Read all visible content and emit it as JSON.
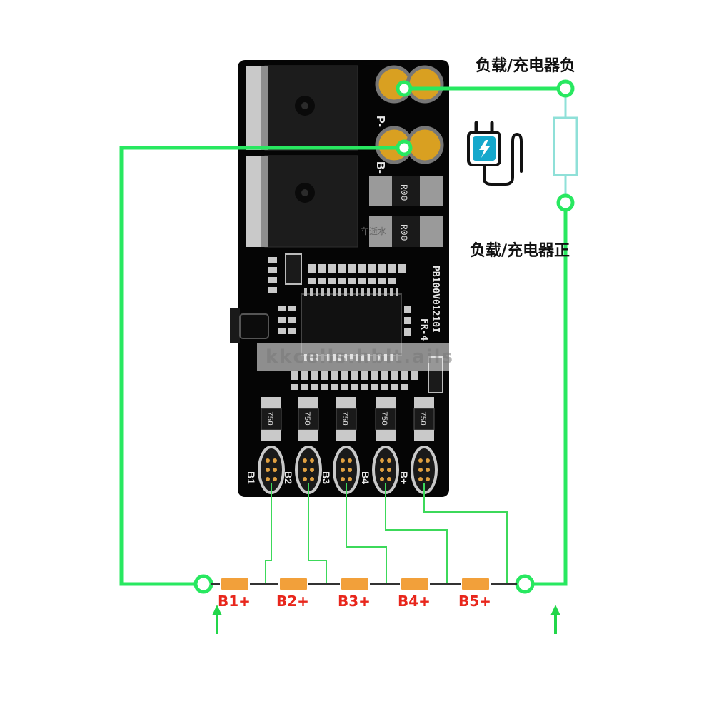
{
  "labels": {
    "load_charger_negative": "负载/充电器负",
    "load_charger_positive": "负载/充电器正"
  },
  "pcb": {
    "silk_p": "P-",
    "silk_b": "B-",
    "shunt_marking_1": "R00",
    "shunt_marking_2": "R00",
    "board_code": "PB100V01210I",
    "material": "FR-4",
    "balance_resistor_values": [
      "750",
      "750",
      "750",
      "750",
      "750"
    ],
    "balance_pad_labels": [
      "B1",
      "B2",
      "B3",
      "B4",
      "B+"
    ],
    "overlay_text": "车逝水"
  },
  "cells": [
    "B1+",
    "B2+",
    "B3+",
    "B4+",
    "B5+"
  ],
  "watermark": "kkcells.hblt.ails",
  "colors": {
    "wire": "#28e860",
    "thin_wire": "#3cd95a",
    "label_red": "#e8261c",
    "cell_fill": "#f2a03a",
    "board": "#050505",
    "pad_gold": "#d9a021",
    "charger_icon": "#15a8cc",
    "arrow": "#22d64a"
  },
  "icons": {
    "charger": "charger-plug-icon",
    "resistor": "load-resistor-icon",
    "arrow_left": "arrow-up-icon",
    "arrow_right": "arrow-up-icon"
  }
}
